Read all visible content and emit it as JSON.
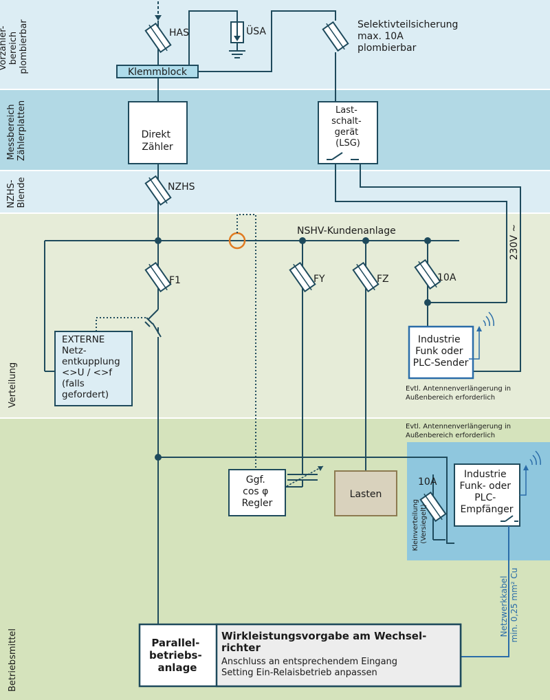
{
  "zones": {
    "vorzaehler": [
      "Vorzähler-",
      "bereich",
      "plombierbar"
    ],
    "messbereich": [
      "Messbereich",
      "Zählerplatten"
    ],
    "nzhs": [
      "NZHS-",
      "Blende"
    ],
    "verteilung": "Verteilung",
    "betriebsmittel": "Betriebsmittel"
  },
  "labels": {
    "has": "HAS",
    "uesa": "ÜSA",
    "selektiv": [
      "Selektivteilsicherung",
      "max. 10A",
      "plombierbar"
    ],
    "klemmblock": "Klemmblock",
    "direkt_zaehler": [
      "Direkt",
      "Zähler"
    ],
    "lsg": [
      "Last-",
      "schalt-",
      "gerät",
      "(LSG)"
    ],
    "nzhs_fuse": "NZHS",
    "nshv": "NSHV-Kundenanlage",
    "v230": "230V ~",
    "f1": "F1",
    "fy": "FY",
    "fz": "FZ",
    "f10a": "10A",
    "f10a_b": "10A",
    "extern": [
      "EXTERNE",
      "Netz-",
      "entkupplung",
      "<>U / <>f",
      "(falls",
      "gefordert)"
    ],
    "sender": [
      "Industrie",
      "Funk oder",
      "PLC-Sender"
    ],
    "antenna_note1": [
      "Evtl. Antennenverlängerung in",
      "Außenbereich erforderlich"
    ],
    "antenna_note2": [
      "Evtl. Antennenverlängerung in",
      "Außenbereich erforderlich"
    ],
    "cosphi": [
      "Ggf.",
      "cos φ",
      "Regler"
    ],
    "lasten": "Lasten",
    "empfaenger": [
      "Industrie",
      "Funk- oder",
      "PLC-",
      "Empfänger"
    ],
    "kleinverteilung": [
      "Kleinverteilung",
      "(Versiegelt)"
    ],
    "netzwerkkabel": [
      "Netzwerkkabel",
      "min. 0,25 mm² Cu"
    ],
    "parallel": [
      "Parallel-",
      "betriebs-",
      "anlage"
    ],
    "wirk_title": [
      "Wirkleistungsvorgabe am Wechsel-",
      "richter"
    ],
    "wirk_text": [
      "Anschluss an entsprechendem Eingang",
      "Setting Ein-Relaisbetrieb anpassen"
    ]
  },
  "colors": {
    "zone_top": "#dcedf4",
    "zone_mess": "#b2d9e5",
    "zone_vert": "#e6ecd8",
    "zone_betrieb": "#d5e3bc",
    "klein_box": "#8fc7de",
    "wire": "#1e4a5c",
    "accent_blue": "#2a6ca8",
    "ct_ring": "#e07a20",
    "lasten_fill": "#d9d2bd",
    "lasten_border": "#8c7a50"
  }
}
